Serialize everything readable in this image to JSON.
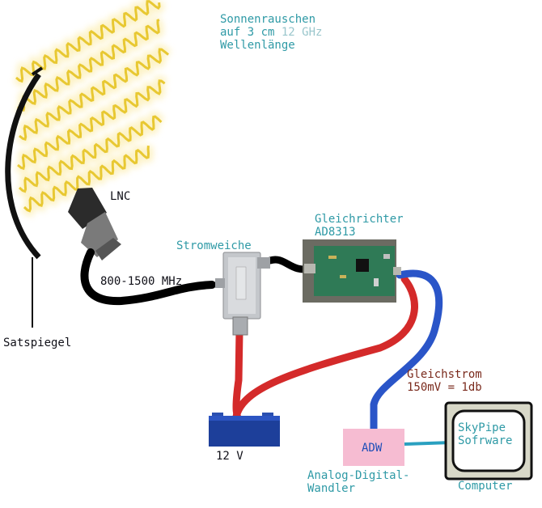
{
  "sun": {
    "line1": "Sonnenrauschen",
    "line2": "auf 3 cm",
    "line2_freq": "12 GHz",
    "line3": "Wellenlänge"
  },
  "labels": {
    "lnc": "LNC",
    "satspiegel": "Satspiegel",
    "frequency": "800-1500 MHz",
    "stromweiche": "Stromweiche",
    "gleichrichter_line1": "Gleichrichter",
    "gleichrichter_line2": "AD8313",
    "gleichstrom_line1": "Gleichstrom",
    "gleichstrom_line2": "150mV = 1db",
    "battery": "12 V",
    "adw": "ADW",
    "adw_caption_line1": "Analog-Digital-",
    "adw_caption_line2": "Wandler",
    "screen_line1": "SkyPipe",
    "screen_line2": "Sofrware",
    "computer": "Computer"
  },
  "colors": {
    "text_teal": "#2f9aa6",
    "text_dark": "#101018",
    "text_brown": "#7a2a1c",
    "wire_black": "#000000",
    "wire_red": "#d42a2a",
    "wire_blue": "#2a55c8",
    "adw_box": "#f6bcd2",
    "battery": "#1d3f9a",
    "wave": "#e8c832",
    "computer_frame": "#d8d8c8"
  }
}
